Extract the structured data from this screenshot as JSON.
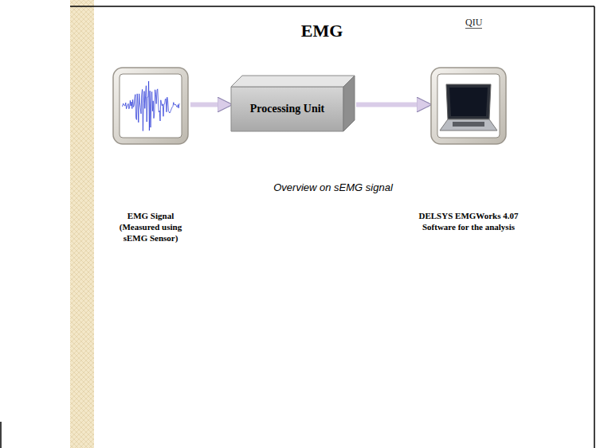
{
  "diagram": {
    "title": "EMG",
    "caption": "Overview on sEMG signal",
    "nodes": [
      {
        "text": [
          "EMG Signal (Measured using sEMG Sensor)"
        ]
      },
      {
        "text": [
          "Processing Unit"
        ]
      },
      {
        "text": [
          "DELSYS EMGWorks 4.07 Software for the analysis"
        ]
      }
    ],
    "edges": [
      {
        "from": 0,
        "to": 1,
        "arrow": "to"
      },
      {
        "from": 1,
        "to": 2,
        "arrow": "to"
      }
    ],
    "labels": [
      "QIU"
    ]
  }
}
